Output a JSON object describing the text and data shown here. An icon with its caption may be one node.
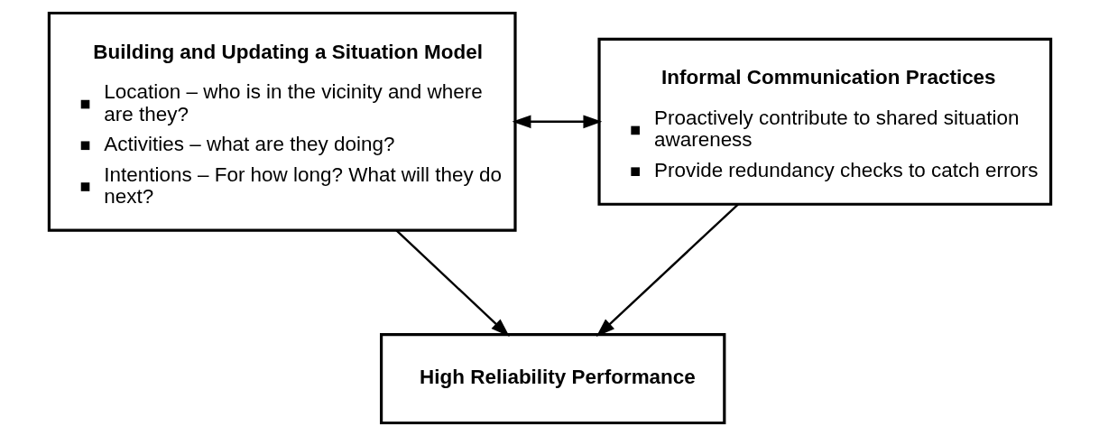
{
  "diagram": {
    "nodes": [
      {
        "text": [
          "Building and Updating a Situation Model",
          "Location – who is in the vicinity and where are they?",
          "Activities – what are they doing?",
          "Intentions – For how long? What will they do next?"
        ]
      },
      {
        "text": [
          "Informal Communication Practices",
          "Proactively contribute to shared situation awareness",
          "Provide redundancy checks to catch errors"
        ]
      },
      {
        "text": [
          "High Reliability Performance"
        ]
      }
    ],
    "edges": [
      {
        "from": 0,
        "to": 1,
        "arrow": "both"
      },
      {
        "from": 0,
        "to": 2,
        "arrow": "to"
      },
      {
        "from": 1,
        "to": 2,
        "arrow": "to"
      }
    ]
  }
}
